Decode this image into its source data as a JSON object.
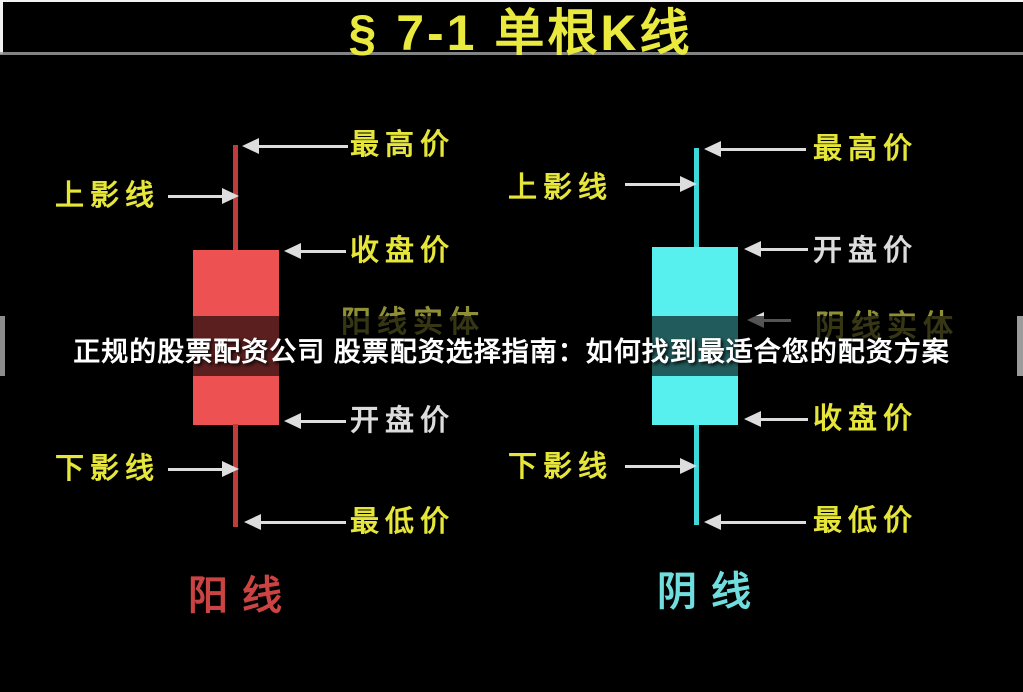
{
  "title": "§ 7-1 单根K线",
  "overlay_banner": {
    "text": "正规的股票配资公司 股票配资选择指南：如何找到最适合您的配资方案"
  },
  "colors": {
    "background": "#000000",
    "title": "#e9e93e",
    "label_yellow": "#e6e63a",
    "label_white": "#dcdcdc",
    "label_dim_olive": "#8f8f35",
    "bullish_body": "#ee5152",
    "bullish_wick": "#c23b3b",
    "bullish_caption": "#cc4343",
    "bearish_body": "#58efef",
    "bearish_wick": "#3fd8d8",
    "bearish_caption": "#70dede",
    "arrow": "#dddddd"
  },
  "bullish_candle": {
    "caption": "阳线",
    "highest_label": "最高价",
    "upper_shadow_label": "上影线",
    "close_label": "收盘价",
    "body_label": "阳线实体",
    "open_label": "开盘价",
    "lower_shadow_label": "下影线",
    "lowest_label": "最低价"
  },
  "bearish_candle": {
    "caption": "阴线",
    "highest_label": "最高价",
    "upper_shadow_label": "上影线",
    "open_label": "开盘价",
    "body_label": "阴线实体",
    "close_label": "收盘价",
    "lower_shadow_label": "下影线",
    "lowest_label": "最低价"
  }
}
